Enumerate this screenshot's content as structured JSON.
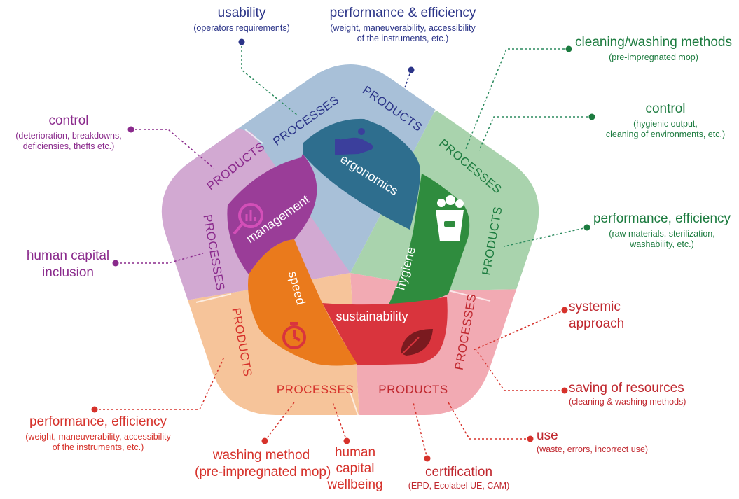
{
  "colors": {
    "usability_band": "#a8c0d8",
    "hygiene_band": "#a9d3ad",
    "sustainability_band": "#f2aab3",
    "speed_band": "#f6c49a",
    "management_band": "#d2a9d2",
    "ergonomics": "#2e6e8e",
    "hygiene": "#2f8c3e",
    "sustainability": "#d9343d",
    "speed": "#ea7a1c",
    "management": "#9a3d98",
    "blue_text": "#2b3488",
    "green_text": "#1c7b3f",
    "purple_text": "#8a2a8c",
    "red_text": "#d6322b"
  },
  "icons": {
    "ergonomics": "hand-icon",
    "hygiene": "bucket-icon",
    "sustainability": "leaf-icon",
    "speed": "stopwatch-icon",
    "management": "magnifier-chart-icon"
  },
  "ring": {
    "top_left": "PROCESSES",
    "top_right": "PRODUCTS",
    "right_top": "PROCESSES",
    "right_bottom": "PRODUCTS",
    "bottom_right_a": "PROCESSES",
    "bottom_right_b": "PRODUCTS",
    "bottom_left_a": "PROCESSES",
    "bottom_left_b": "PRODUCTS",
    "left_top": "PRODUCTS",
    "left_bottom": "PROCESSES"
  },
  "inner": {
    "ergonomics": "ergonomics",
    "hygiene": "hygiene",
    "sustainability": "sustainability",
    "speed": "speed",
    "management": "management"
  },
  "callouts": {
    "usability": {
      "title": "usability",
      "sub": "(operators requirements)"
    },
    "performance_top": {
      "title": "performance & efficiency",
      "sub1": "(weight, maneuverability, accessibility",
      "sub2": "of the instruments, etc.)"
    },
    "cleaning": {
      "title": "cleaning/washing methods",
      "sub": "(pre-impregnated mop)"
    },
    "control_right": {
      "title": "control",
      "sub1": "(hygienic output,",
      "sub2": "cleaning of environments, etc.)"
    },
    "performance_right": {
      "title": "performance, efficiency",
      "sub1": "(raw materials, sterilization,",
      "sub2": "washability, etc.)"
    },
    "systemic": {
      "line1": "systemic",
      "line2": "approach"
    },
    "saving": {
      "title": "saving of resources",
      "sub": "(cleaning & washing methods)"
    },
    "use": {
      "title": "use",
      "sub": "(waste, errors, incorrect use)"
    },
    "certification": {
      "title": "certification",
      "sub": "(EPD, Ecolabel UE, CAM)"
    },
    "human_wellbeing": {
      "line1": "human",
      "line2": "capital",
      "line3": "wellbeing"
    },
    "washing_method": {
      "line1": "washing method",
      "line2": "(pre-impregnated mop)"
    },
    "performance_left": {
      "title": "performance, efficiency",
      "sub1": "(weight, maneuverability, accessibility",
      "sub2": "of the instruments, etc.)"
    },
    "human_inclusion": {
      "line1": "human capital",
      "line2": "inclusion"
    },
    "control_left": {
      "title": "control",
      "sub1": "(deterioration, breakdowns,",
      "sub2": "deficiensies, thefts etc.)"
    }
  }
}
